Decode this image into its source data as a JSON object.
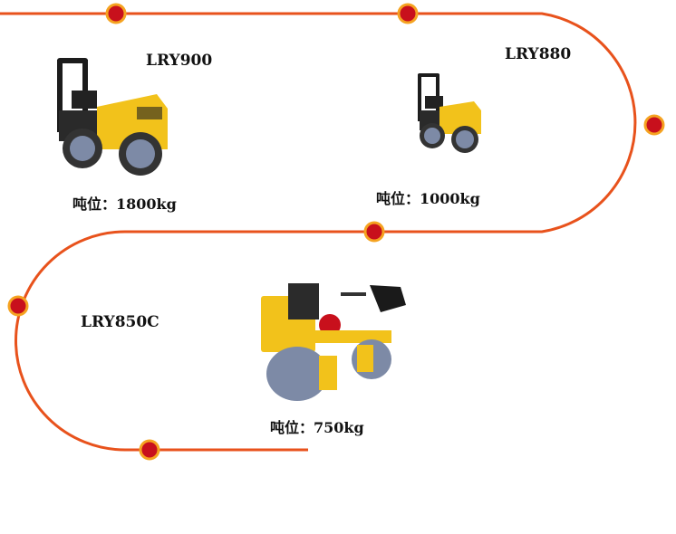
{
  "colors": {
    "track": "#e8521c",
    "dot_fill": "#c8101c",
    "dot_ring": "#f5a321",
    "machine_yellow": "#f2c21b",
    "drum": "#7d8aa6"
  },
  "products": [
    {
      "model": "LRY900",
      "weight_key": "吨位：",
      "weight_value": "1800kg"
    },
    {
      "model": "LRY880",
      "weight_key": "吨位：",
      "weight_value": "1000kg"
    },
    {
      "model": "LRY850C",
      "weight_key": "吨位：",
      "weight_value": "750kg"
    }
  ]
}
